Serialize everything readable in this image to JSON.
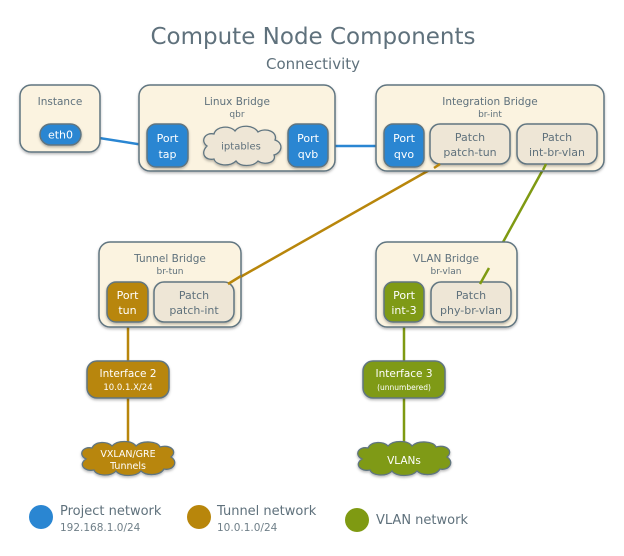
{
  "header": {
    "title": "Compute Node Components",
    "subtitle": "Connectivity"
  },
  "colors": {
    "project": "#2a86d2",
    "tunnel": "#b8860b",
    "vlan": "#7f9a12",
    "box_fill": "#fbf3e0",
    "patch_fill": "#eee6d6",
    "border": "#607580",
    "text": "#5f717c"
  },
  "nodes": {
    "instance": {
      "title": "Instance",
      "port": "eth0"
    },
    "linux_bridge": {
      "title": "Linux Bridge",
      "sub": "qbr",
      "port_left": {
        "l1": "Port",
        "l2": "tap"
      },
      "cloud": "iptables",
      "port_right": {
        "l1": "Port",
        "l2": "qvb"
      }
    },
    "integration_bridge": {
      "title": "Integration Bridge",
      "sub": "br-int",
      "port": {
        "l1": "Port",
        "l2": "qvo"
      },
      "patch_tun": {
        "l1": "Patch",
        "l2": "patch-tun"
      },
      "patch_vlan": {
        "l1": "Patch",
        "l2": "int-br-vlan"
      }
    },
    "tunnel_bridge": {
      "title": "Tunnel Bridge",
      "sub": "br-tun",
      "port": {
        "l1": "Port",
        "l2": "tun"
      },
      "patch": {
        "l1": "Patch",
        "l2": "patch-int"
      }
    },
    "vlan_bridge": {
      "title": "VLAN Bridge",
      "sub": "br-vlan",
      "port": {
        "l1": "Port",
        "l2": "int-3"
      },
      "patch": {
        "l1": "Patch",
        "l2": "phy-br-vlan"
      }
    },
    "interface2": {
      "l1": "Interface 2",
      "l2": "10.0.1.X/24"
    },
    "interface3": {
      "l1": "Interface 3",
      "l2": "(unnumbered)"
    },
    "tunnels_cloud": {
      "l1": "VXLAN/GRE",
      "l2": "Tunnels"
    },
    "vlans_cloud": {
      "l1": "VLANs"
    }
  },
  "legend": [
    {
      "label": "Project network",
      "sub": "192.168.1.0/24",
      "color": "#2a86d2"
    },
    {
      "label": "Tunnel network",
      "sub": "10.0.1.0/24",
      "color": "#b8860b"
    },
    {
      "label": "VLAN network",
      "sub": "",
      "color": "#7f9a12"
    }
  ]
}
